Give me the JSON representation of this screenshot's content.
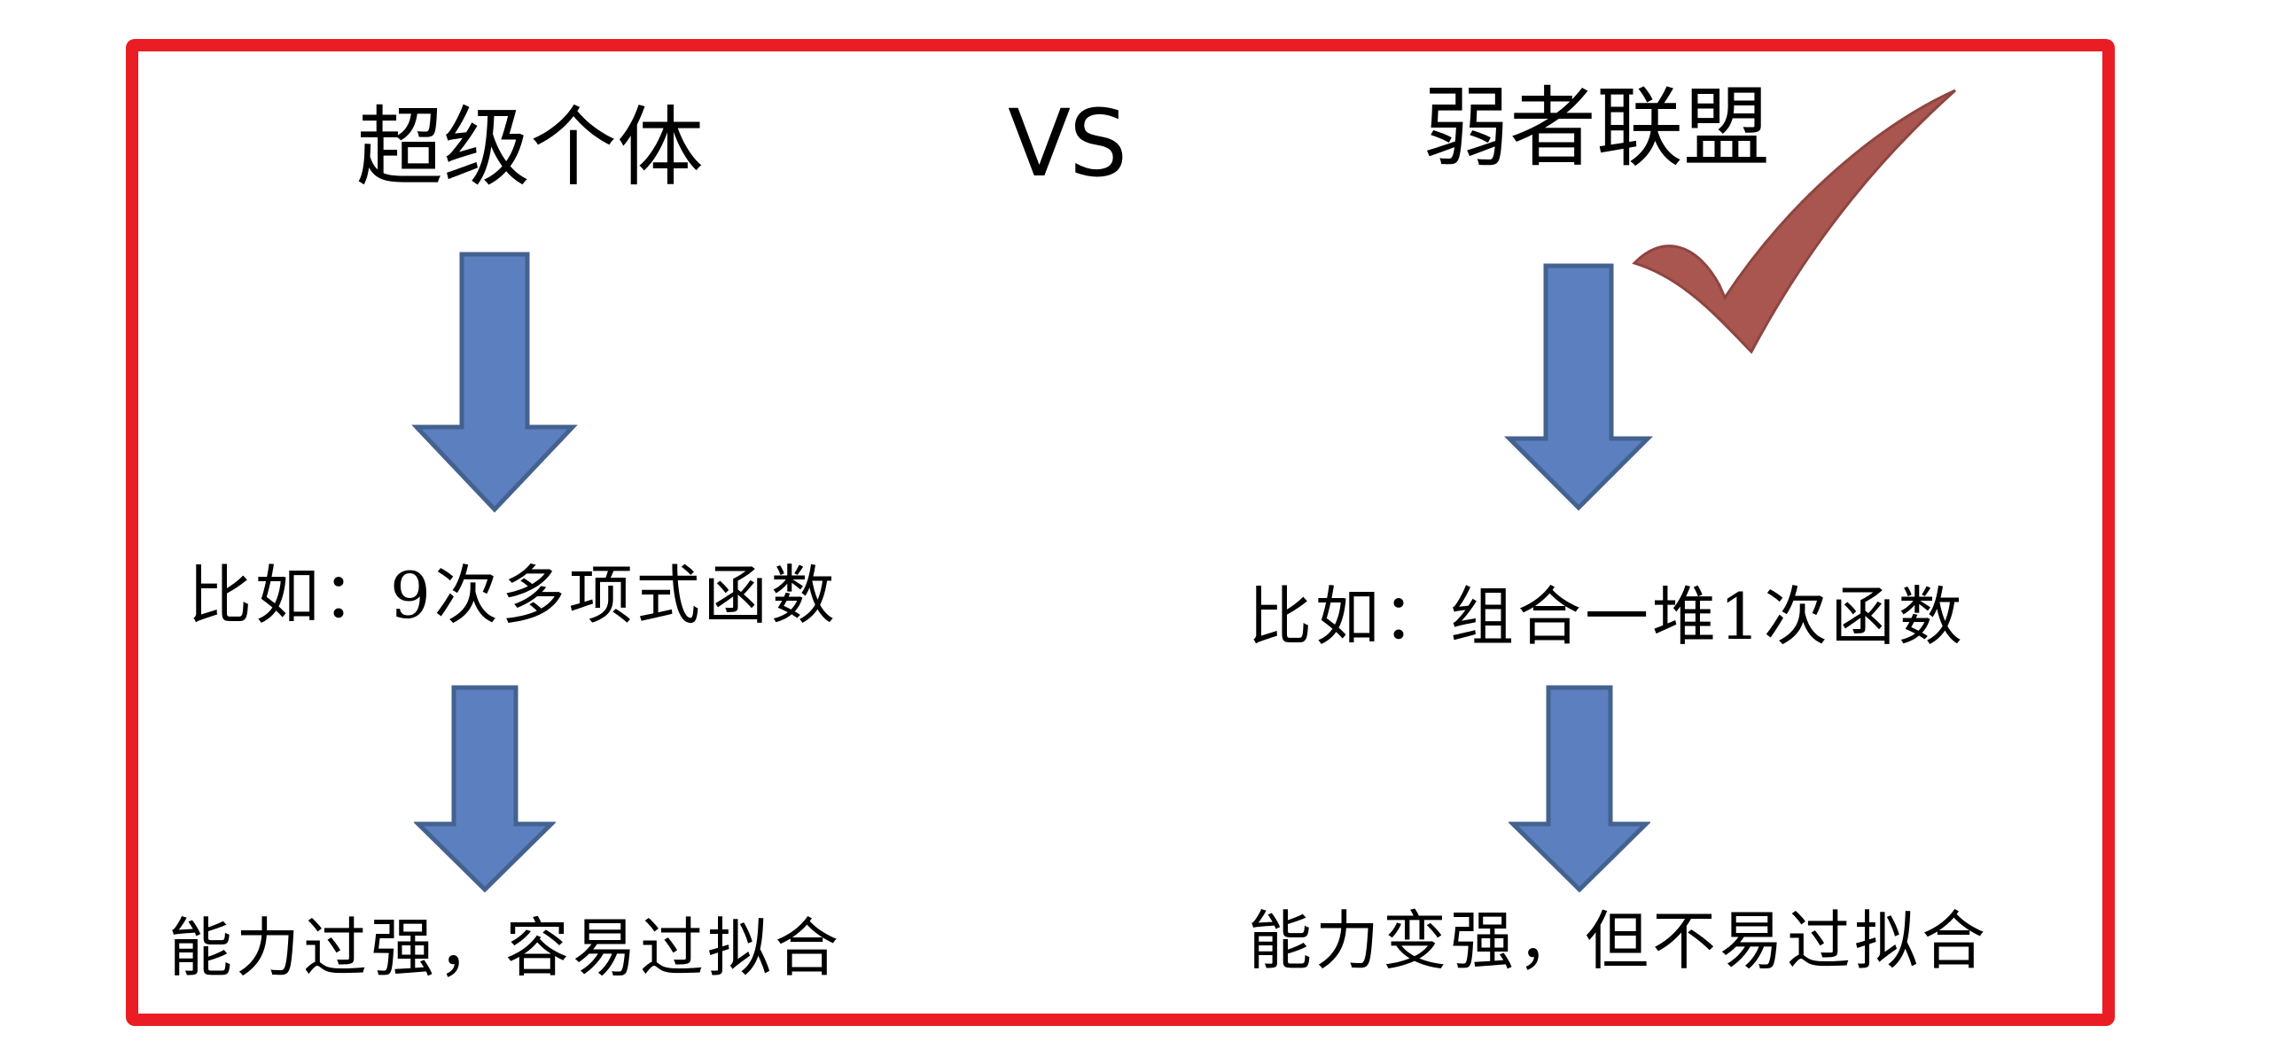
{
  "left": {
    "title": "超级个体",
    "example": "比如：9次多项式函数",
    "result": "能力过强，容易过拟合"
  },
  "vs": "VS",
  "right": {
    "title": "弱者联盟",
    "example": "比如：组合一堆1次函数",
    "result": "能力变强，但不易过拟合"
  },
  "icons": {
    "arrow": "down-arrow-icon",
    "check": "checkmark-icon"
  },
  "colors": {
    "frame": "#ea1c24",
    "arrow_fill": "#5b7fbf",
    "arrow_stroke": "#44628f",
    "check": "#a95550"
  }
}
